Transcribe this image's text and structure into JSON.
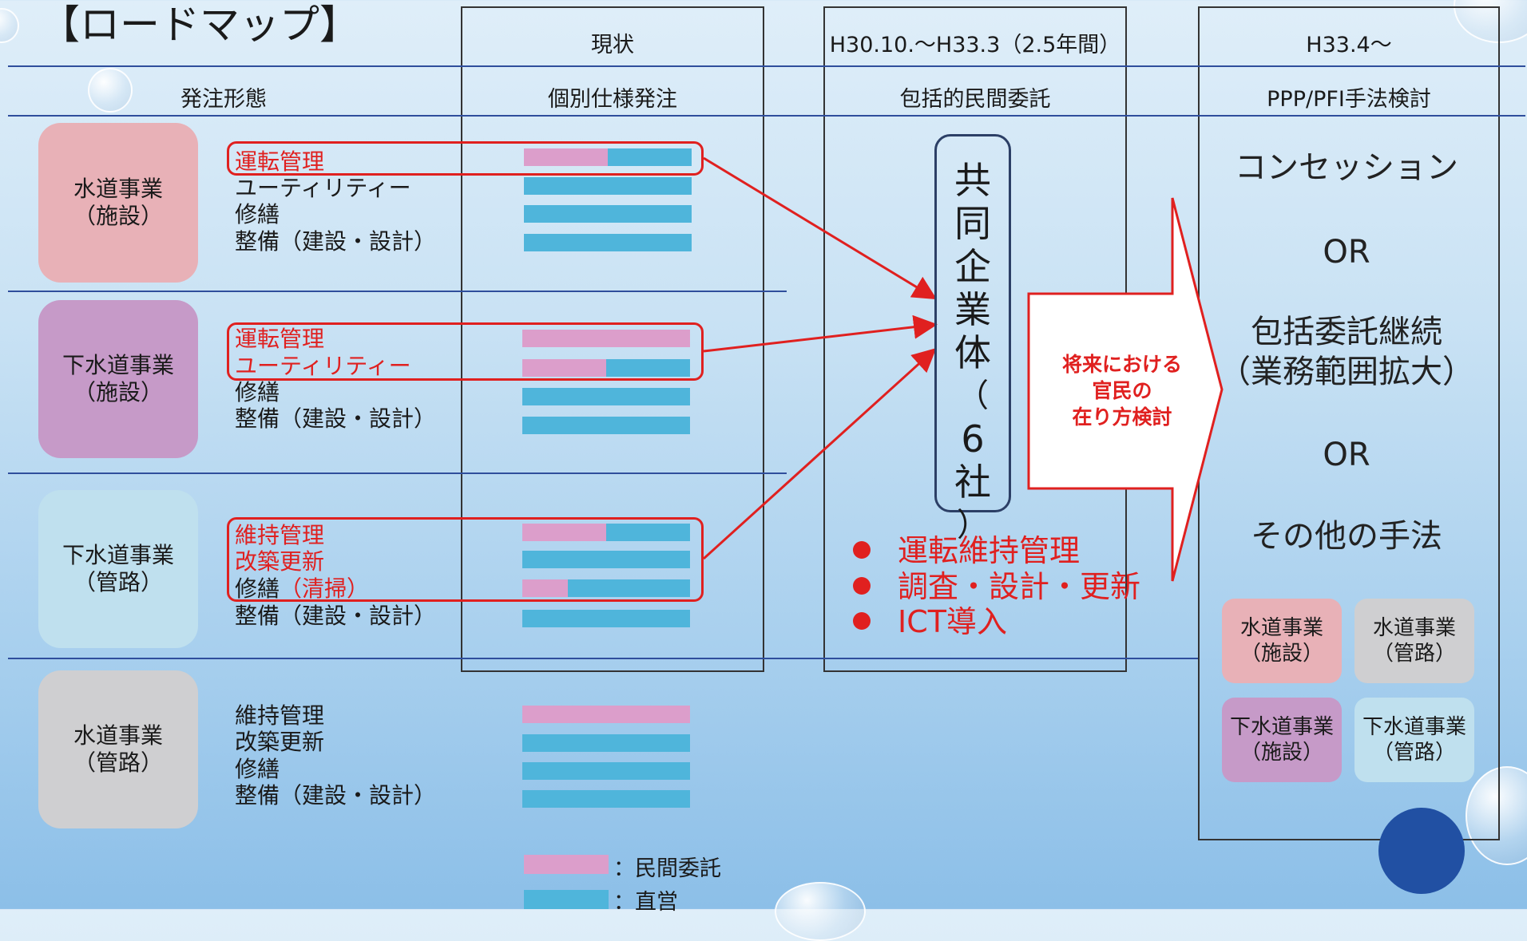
{
  "title": "【ロードマップ】",
  "columns": {
    "current": "現状",
    "phase1": "H30.10.～H33.3（2.5年間）",
    "phase2": "H33.4～"
  },
  "subheaders": {
    "order_type": "発注形態",
    "current": "個別仕様発注",
    "phase1": "包括的民間委託",
    "phase2": "PPP/PFI手法検討"
  },
  "categories": [
    {
      "line1": "水道事業",
      "line2": "（施設）",
      "color": "#e8b1b7",
      "tasks": [
        {
          "label": "運転管理",
          "red": true,
          "private": 0.5
        },
        {
          "label": "ユーティリティー",
          "red": false,
          "private": 0
        },
        {
          "label": "修繕",
          "red": false,
          "private": 0
        },
        {
          "label": "整備（建設・設計）",
          "red": false,
          "private": 0
        }
      ]
    },
    {
      "line1": "下水道事業",
      "line2": "（施設）",
      "color": "#c69ac8",
      "tasks": [
        {
          "label": "運転管理",
          "red": true,
          "private": 1.0
        },
        {
          "label": "ユーティリティー",
          "red": true,
          "private": 0.5
        },
        {
          "label": "修繕",
          "red": false,
          "private": 0
        },
        {
          "label": "整備（建設・設計）",
          "red": false,
          "private": 0
        }
      ]
    },
    {
      "line1": "下水道事業",
      "line2": "（管路）",
      "color": "#bfe0ee",
      "tasks": [
        {
          "label": "維持管理",
          "red": true,
          "private": 0.5
        },
        {
          "label": "改築更新",
          "red": true,
          "private": 0
        },
        {
          "label": "修繕",
          "red": false,
          "private": 0.27,
          "extra": "（清掃）"
        },
        {
          "label": "整備（建設・設計）",
          "red": false,
          "private": 0
        }
      ]
    },
    {
      "line1": "水道事業",
      "line2": "（管路）",
      "color": "#cfcfd1",
      "tasks": [
        {
          "label": "維持管理",
          "red": false,
          "private": 1.0
        },
        {
          "label": "改築更新",
          "red": false,
          "private": 0
        },
        {
          "label": "修繕",
          "red": false,
          "private": 0
        },
        {
          "label": "整備（建設・設計）",
          "red": false,
          "private": 0
        }
      ]
    }
  ],
  "jv": "共同企業体（6社）",
  "bullets": [
    "運転維持管理",
    "調査・設計・更新",
    "ICT導入"
  ],
  "arrow_text": [
    "将来における",
    "官民の",
    "在り方検討"
  ],
  "options": [
    "コンセッション",
    "OR",
    "包括委託継続",
    "（業務範囲拡大）",
    "OR",
    "その他の手法"
  ],
  "mini_boxes": [
    {
      "line1": "水道事業",
      "line2": "（施設）",
      "color": "#e8b1b7"
    },
    {
      "line1": "水道事業",
      "line2": "（管路）",
      "color": "#cfcfd1"
    },
    {
      "line1": "下水道事業",
      "line2": "（施設）",
      "color": "#c69ac8"
    },
    {
      "line1": "下水道事業",
      "line2": "（管路）",
      "color": "#bfe0ee"
    }
  ],
  "legend": [
    {
      "label": "：民間委託",
      "color": "#dc9ecb"
    },
    {
      "label": "：直営",
      "color": "#4fb5db"
    }
  ]
}
